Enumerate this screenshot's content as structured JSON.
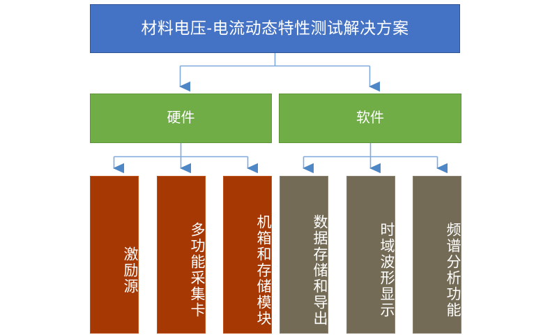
{
  "diagram": {
    "type": "hierarchy-tree",
    "title_node": {
      "label": "材料电压-电流动态特性测试解决方案",
      "color": "#4472C4",
      "level": 1
    },
    "categories": [
      {
        "label": "硬件",
        "color": "#70AD47",
        "level": 2,
        "children": [
          {
            "label": "激励源",
            "color": "#A63803"
          },
          {
            "label": "多功能采集卡",
            "color": "#A63803"
          },
          {
            "label": "机箱和存储模块",
            "color": "#A63803"
          }
        ]
      },
      {
        "label": "软件",
        "color": "#70AD47",
        "level": 2,
        "children": [
          {
            "label": "数据存储和导出",
            "color": "#746B56"
          },
          {
            "label": "时域波形显示",
            "color": "#746B56"
          },
          {
            "label": "频谱分析功能",
            "color": "#746B56"
          }
        ]
      }
    ],
    "connector_color": "#5B9BD5"
  }
}
